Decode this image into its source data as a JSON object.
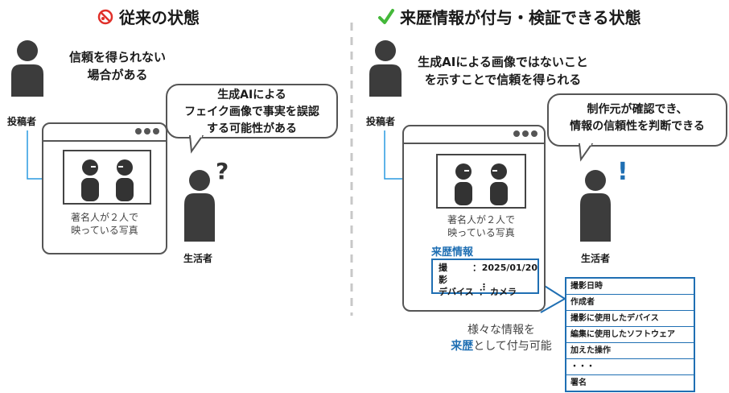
{
  "colors": {
    "accent_blue": "#1f6fb3",
    "ok_green": "#44b83a",
    "ng_red": "#e0302a",
    "figure_gray": "#3c3c3c",
    "line_gray": "#555555"
  },
  "left": {
    "title": "従来の状態",
    "title_icon": "no-entry-icon",
    "poster_message": [
      "信頼を得られない",
      "場合がある"
    ],
    "poster_label": "投稿者",
    "caption": [
      "著名人が２人で",
      "映っている写真"
    ],
    "bubble": [
      "生成AIによる",
      "フェイク画像で事実を誤認",
      "する可能性がある"
    ],
    "viewer_mark": "?",
    "viewer_label": "生活者"
  },
  "right": {
    "title": "来歴情報が付与・検証できる状態",
    "title_icon": "checkmark-icon",
    "poster_message": [
      "生成AIによる画像ではないこと",
      "を示すことで信頼を得られる"
    ],
    "poster_label": "投稿者",
    "caption": [
      "著名人が２人で",
      "映っている写真"
    ],
    "provenance_title": "来歴情報",
    "provenance_rows": [
      {
        "key": "撮　　影",
        "sep": "：",
        "value": "2025/01/20"
      },
      {
        "key": "デバイス",
        "sep": "：",
        "value": "カメラ"
      }
    ],
    "provenance_more": "⋮",
    "bubble": [
      "制作元が確認でき、",
      "情報の信頼性を判断できる"
    ],
    "viewer_mark": "!",
    "viewer_label": "生活者",
    "info_list": [
      "撮影日時",
      "作成者",
      "撮影に使用したデバイス",
      "編集に使用したソフトウェア",
      "加えた操作",
      "・・・",
      "署名"
    ],
    "note_line1": "様々な情報を",
    "note_emph": "来歴",
    "note_rest": "として付与可能"
  }
}
